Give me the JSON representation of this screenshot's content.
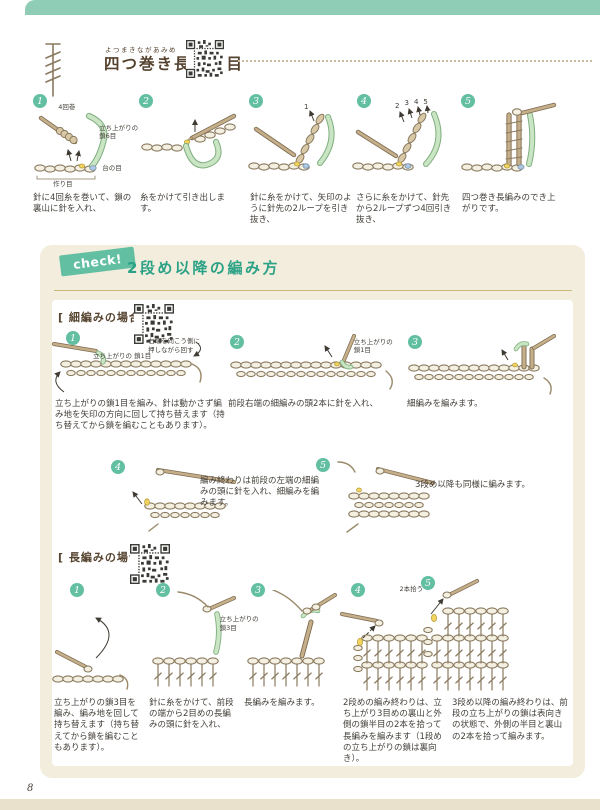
{
  "page": {
    "number": "8"
  },
  "colors": {
    "teal_band": "#8FCDB6",
    "badge_teal": "#63BFA1",
    "title_teal": "#2BA286",
    "heading_brown": "#55432F",
    "body_text": "#44403A",
    "panel_beige": "#F2EDDC",
    "divider_tan": "#C9B87A",
    "page_edge": "#E9E1CB"
  },
  "header": {
    "furigana": "よつまきながあみめ",
    "title": "四つ巻き長編み目"
  },
  "top_steps": [
    {
      "num": "1",
      "caption": "針に4回糸を巻いて、鎖の裏山に針を入れ、",
      "labels": {
        "wrap": "4回巻",
        "chain": "立ち上がりの鎖6目",
        "base": "台の目",
        "foundation": "作り目"
      }
    },
    {
      "num": "2",
      "caption": "糸をかけて引き出します。"
    },
    {
      "num": "3",
      "caption": "針に糸をかけて、矢印のように針先の2ループを引き抜き、",
      "labels": {
        "a1": "1"
      }
    },
    {
      "num": "4",
      "caption": "さらに糸をかけて、針先から2ループずつ4回引き抜き、",
      "labels": {
        "a2": "2",
        "a3": "3",
        "a4": "4",
        "a5": "5"
      }
    },
    {
      "num": "5",
      "caption": "四つ巻き長編みのでき上がりです。"
    }
  ],
  "check": {
    "badge": "check!",
    "title": "2段め以降の編み方"
  },
  "section_a": {
    "heading": "[ 細編みの場合 ]",
    "steps": [
      {
        "num": "1",
        "caption": "立ち上がりの鎖1目を編み、針は動かさず編み地を矢印の方向に回して持ち替えます（持ち替えてから鎖を編むこともあります）。",
        "labels": {
          "rotate": "右端を向こう側に押しながら回す",
          "chain": "立ち上がりの 鎖1目"
        }
      },
      {
        "num": "2",
        "caption": "前段右端の細編みの頭2本に針を入れ、",
        "labels": {
          "chain": "立ち上がりの鎖1目"
        }
      },
      {
        "num": "3",
        "caption": "細編みを編みます。"
      },
      {
        "num": "4",
        "caption": "編み終わりは前段の左端の細編みの頭に針を入れ、細編みを編みます。"
      },
      {
        "num": "5",
        "caption": "3段め以降も同様に編みます。"
      }
    ]
  },
  "section_b": {
    "heading": "[ 長編みの場合 ]",
    "steps": [
      {
        "num": "1",
        "caption": "立ち上がりの鎖3目を編み、編み地を回して持ち替えます（持ち替えてから鎖を編むこともあります）。"
      },
      {
        "num": "2",
        "caption": "針に糸をかけて、前段の端から2目めの長編みの頭に針を入れ、",
        "labels": {
          "chain": "立ち上がりの鎖3目"
        }
      },
      {
        "num": "3",
        "caption": "長編みを編みます。"
      },
      {
        "num": "4",
        "caption": "2段めの編み終わりは、立ち上がり3目めの裏山と外側の鎖半目の2本を拾って長編みを編みます（1段めの立ち上がりの鎖は裏向き）。"
      },
      {
        "num": "5",
        "caption": "3段め以降の編み終わりは、前段の立ち上がりの鎖は表向きの状態で、外側の半目と裏山の2本を拾って編みます。",
        "labels": {
          "pick": "2本拾う"
        }
      }
    ]
  }
}
